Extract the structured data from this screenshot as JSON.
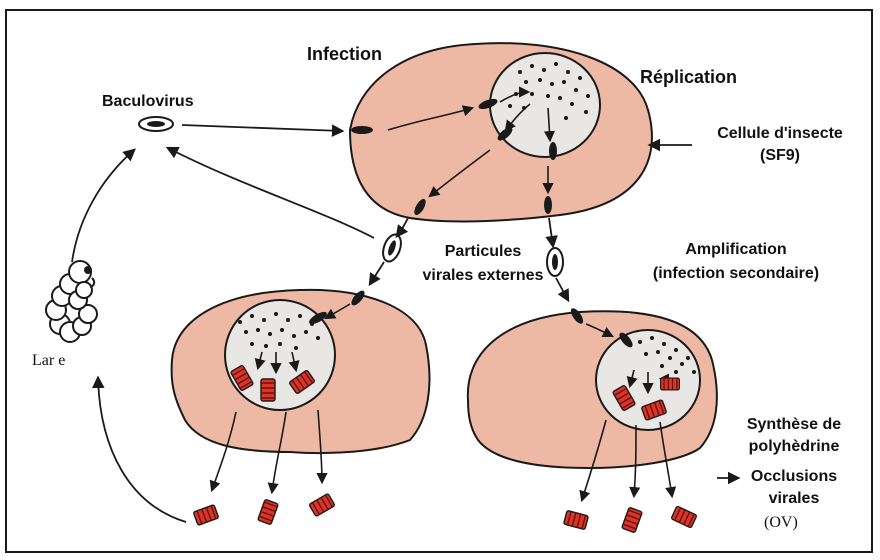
{
  "labels": {
    "infection": "Infection",
    "replication": "Réplication",
    "baculovirus": "Baculovirus",
    "cell_line1": "Cellule d'insecte",
    "cell_line2": "(SF9)",
    "particles_line1": "Particules",
    "particles_line2": "virales externes",
    "amplification_line1": "Amplification",
    "amplification_line2": "(infection secondaire)",
    "larva": "Lar e",
    "synthesis_line1": "Synthèse de",
    "synthesis_line2": "polyhèdrine",
    "occlusions_line1": "Occlusions",
    "occlusions_line2": "virales",
    "ov": "(OV)"
  },
  "colors": {
    "cytoplasm": "#eeb9a4",
    "nucleus": "#e9e7e4",
    "occlusion_body": "#d8362a",
    "outline": "#1a1a1a"
  }
}
